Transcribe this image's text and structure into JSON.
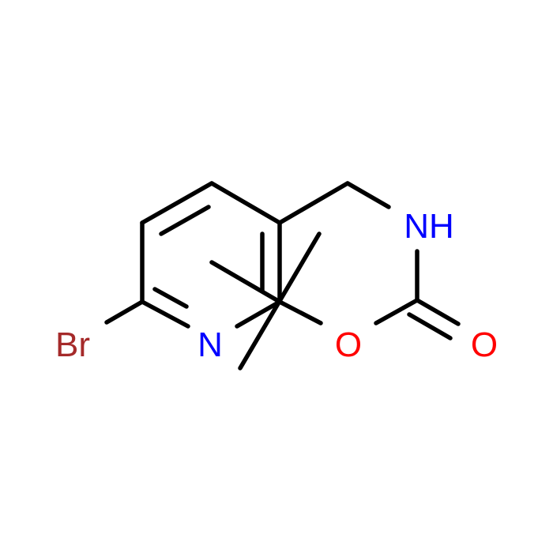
{
  "molecule": {
    "atoms": [
      {
        "symbol": "Br",
        "color": "#a52a2a"
      },
      {
        "symbol": "N",
        "color": "#0000ff"
      },
      {
        "symbol": "NH",
        "color": "#0000ff"
      },
      {
        "symbol": "O",
        "color": "#ff0000"
      },
      {
        "symbol": "O",
        "color": "#ff0000"
      }
    ],
    "bond_color": "#000000",
    "background": "#ffffff"
  }
}
